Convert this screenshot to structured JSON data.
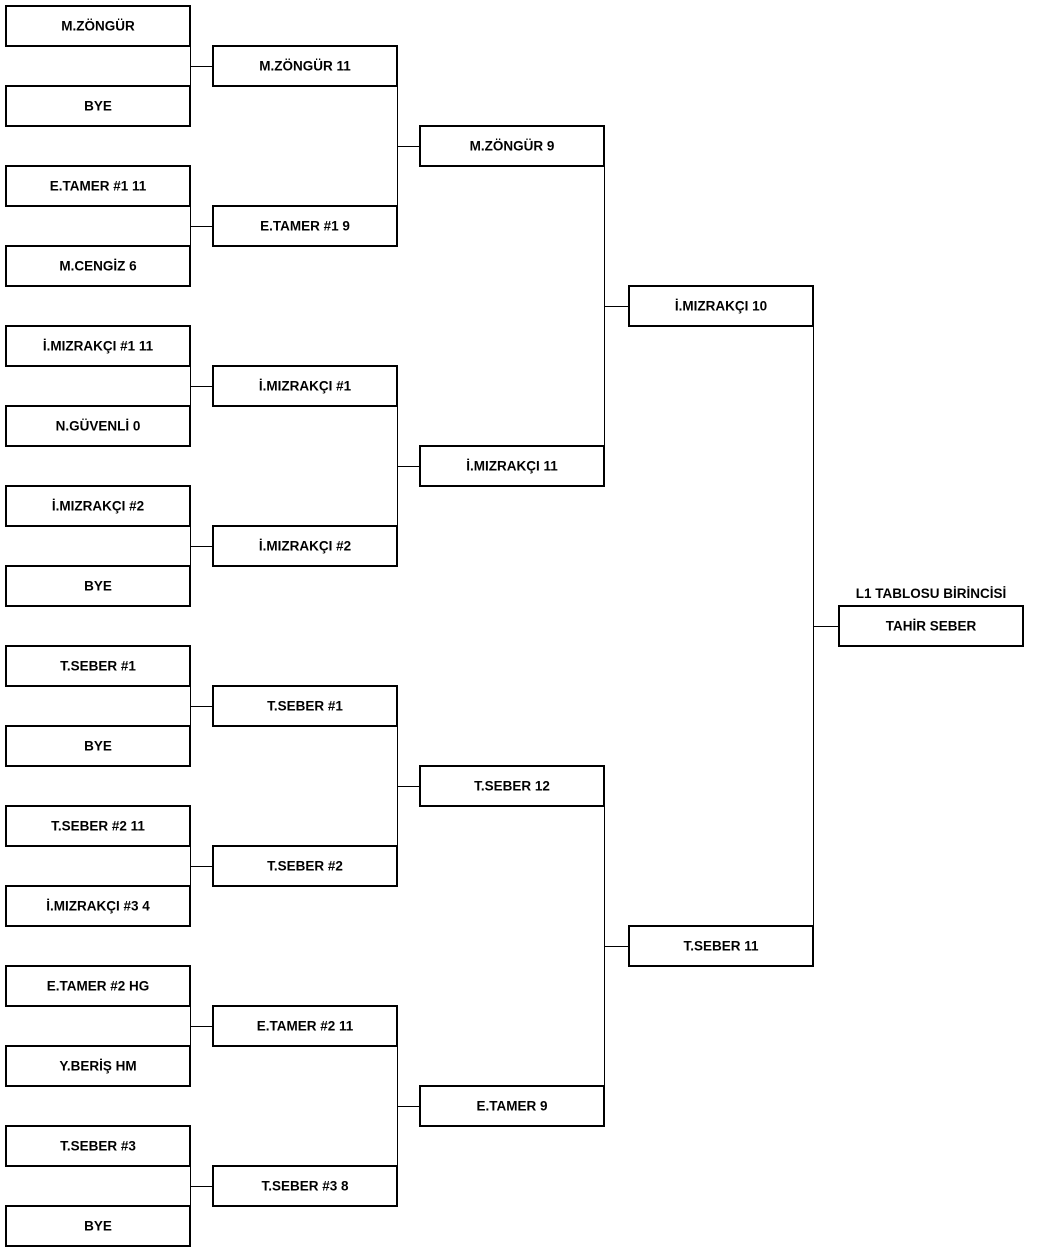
{
  "rounds": [
    {
      "name": "round-1",
      "slots": [
        "M.ZÖNGÜR",
        "BYE",
        "E.TAMER #1  11",
        "M.CENGİZ  6",
        "İ.MIZRAKÇI #1  11",
        "N.GÜVENLİ  0",
        "İ.MIZRAKÇI #2",
        "BYE",
        "T.SEBER #1",
        "BYE",
        "T.SEBER #2  11",
        "İ.MIZRAKÇI #3  4",
        "E.TAMER #2  HG",
        "Y.BERİŞ  HM",
        "T.SEBER #3",
        "BYE"
      ]
    },
    {
      "name": "round-2",
      "slots": [
        "M.ZÖNGÜR  11",
        "E.TAMER #1  9",
        "İ.MIZRAKÇI #1",
        "İ.MIZRAKÇI #2",
        "T.SEBER #1",
        "T.SEBER #2",
        "E.TAMER #2  11",
        "T.SEBER #3  8"
      ]
    },
    {
      "name": "round-3",
      "slots": [
        "M.ZÖNGÜR  9",
        "İ.MIZRAKÇI  11",
        "T.SEBER  12",
        "E.TAMER  9"
      ]
    },
    {
      "name": "round-4",
      "slots": [
        "İ.MIZRAKÇI  10",
        "T.SEBER  11"
      ]
    }
  ],
  "champion": {
    "title": "L1 TABLOSU BİRİNCİSİ",
    "name": "TAHİR SEBER"
  },
  "colors": {
    "line": "#000000",
    "box_fill": "#ffffff"
  }
}
